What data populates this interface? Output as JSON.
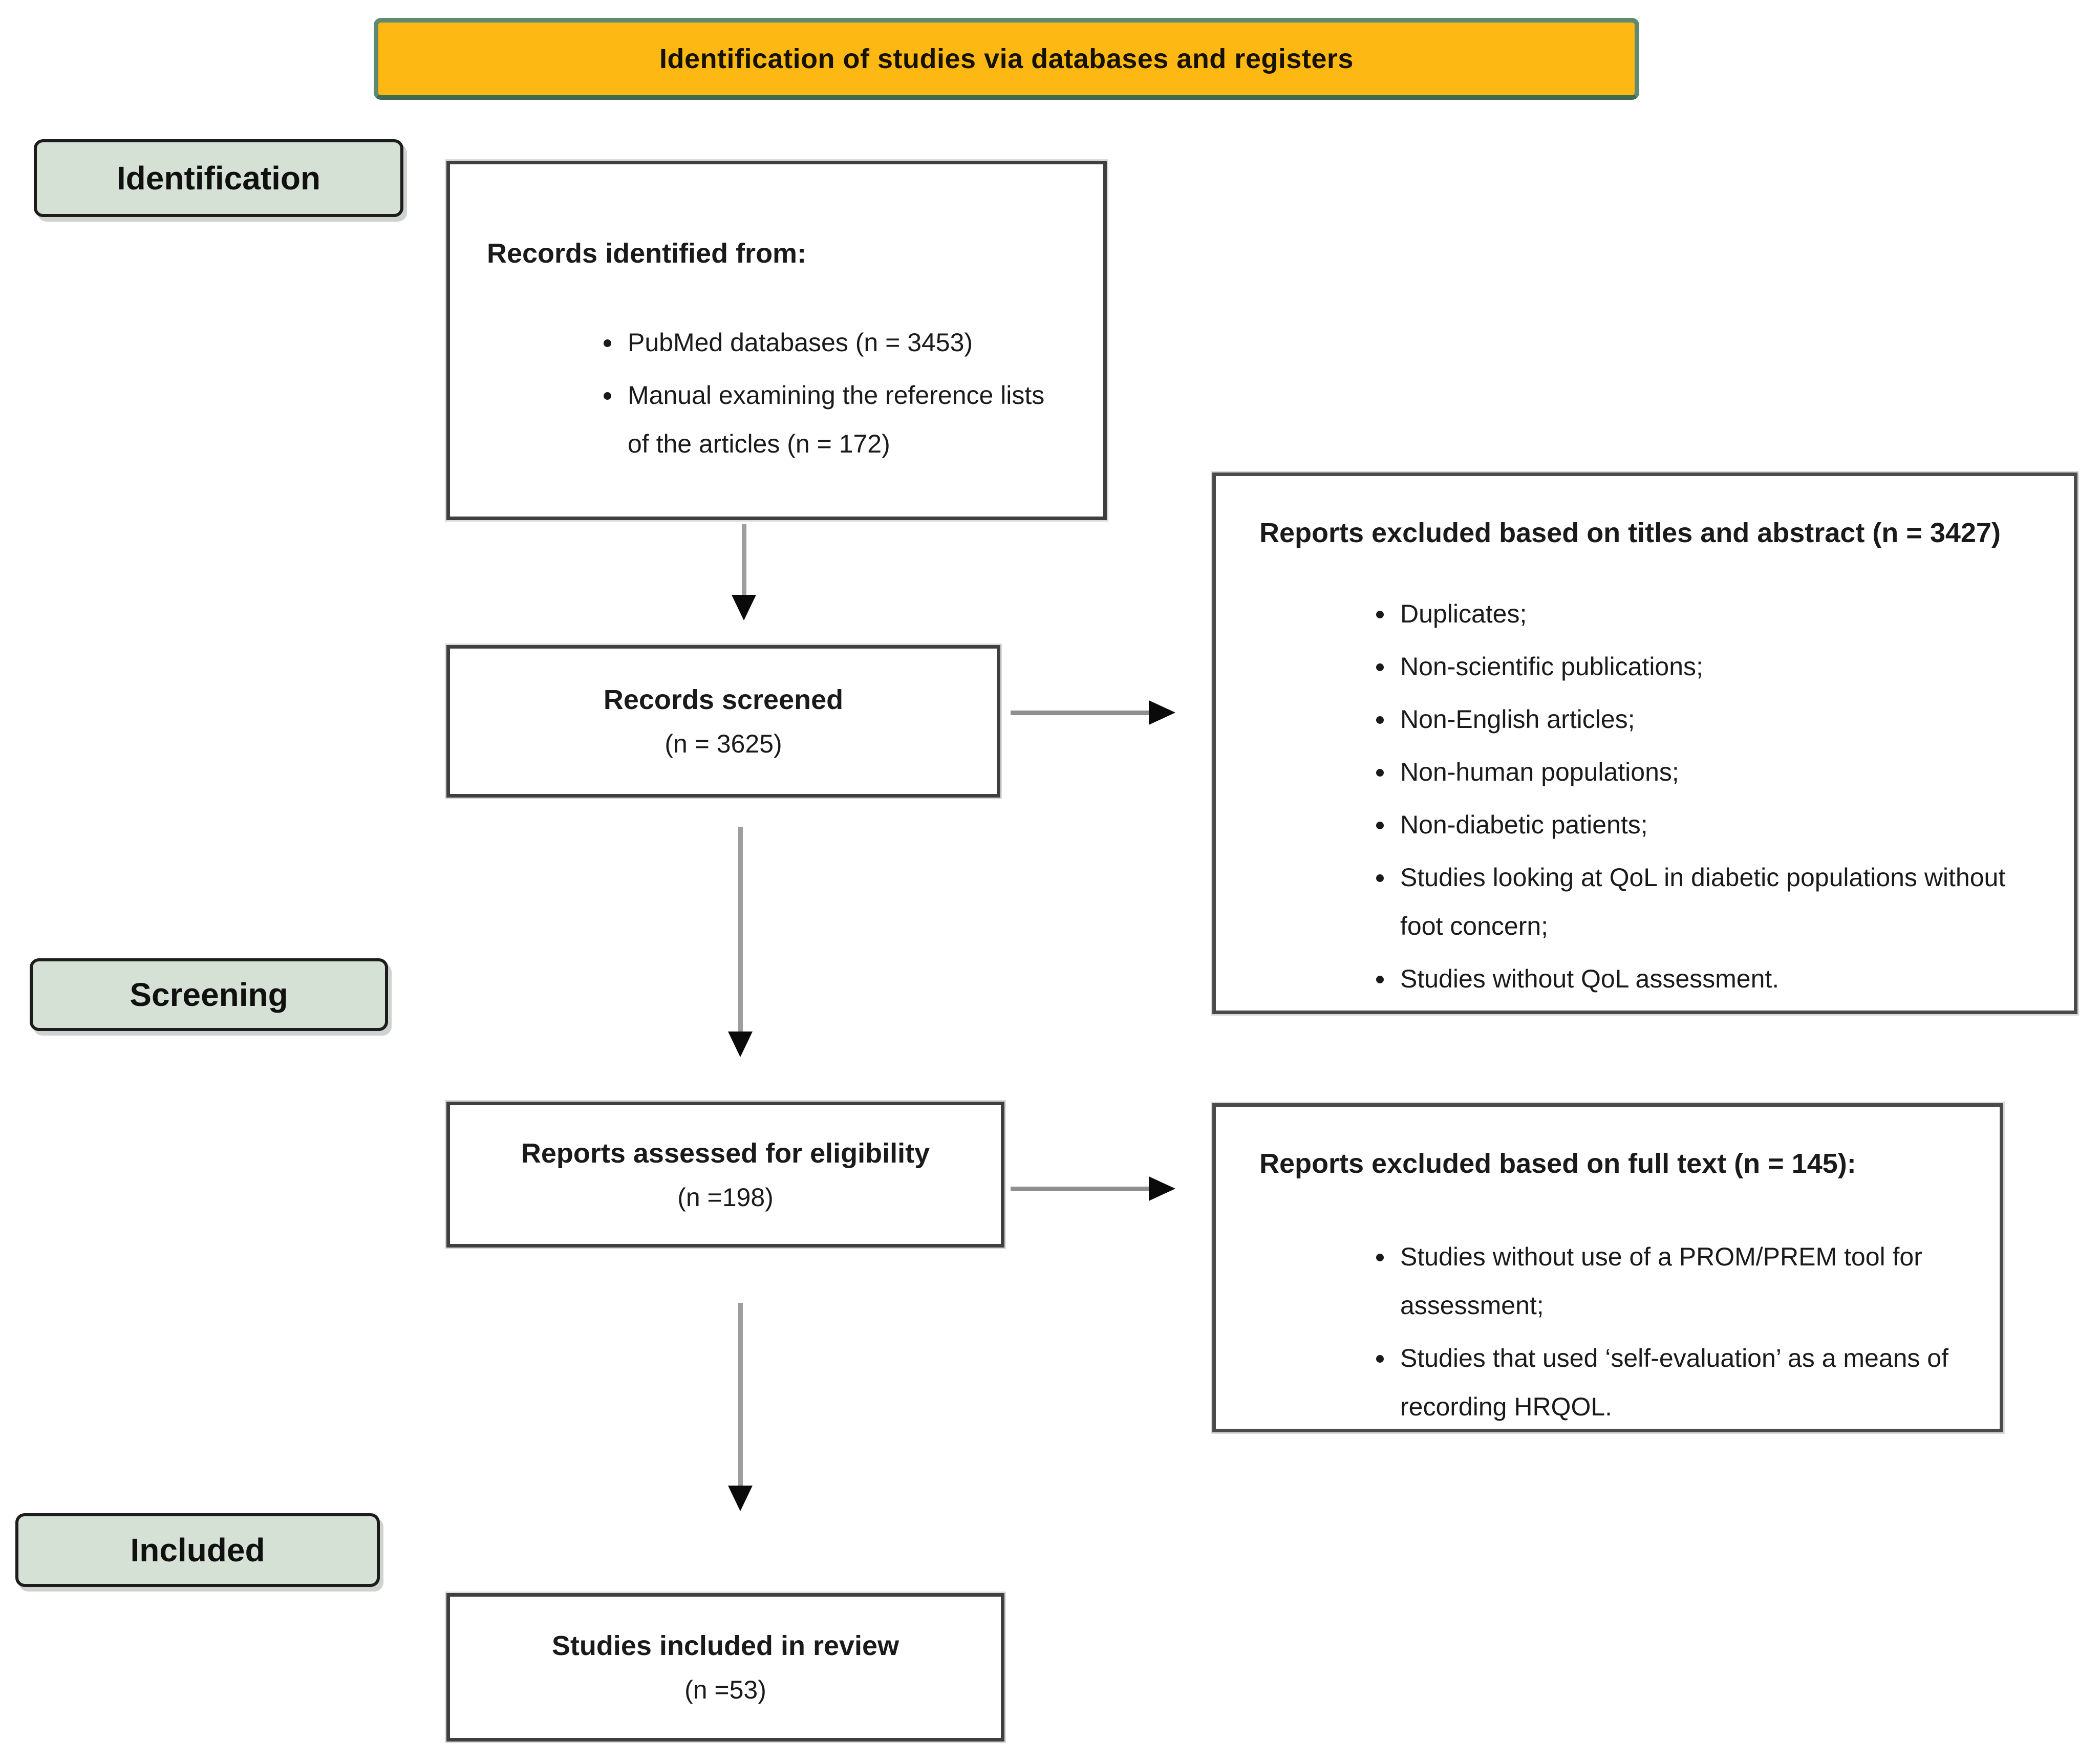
{
  "banner": {
    "text": "Identification of studies via databases and registers"
  },
  "stages": {
    "identification": "Identification",
    "screening": "Screening",
    "included": "Included"
  },
  "boxes": {
    "records_identified": {
      "title": "Records identified from:",
      "bullets": [
        "PubMed databases (n = 3453)",
        "Manual examining the reference lists of the articles (n = 172)"
      ]
    },
    "records_screened": {
      "title": "Records screened",
      "count": "(n = 3625)"
    },
    "excluded_titles_abstract": {
      "title": "Reports excluded based on titles and abstract (n = 3427)",
      "bullets": [
        "Duplicates;",
        "Non-scientific publications;",
        "Non-English articles;",
        "Non-human populations;",
        "Non-diabetic patients;",
        "Studies looking at QoL in diabetic populations without foot concern;",
        "Studies without QoL assessment."
      ]
    },
    "reports_assessed": {
      "title": "Reports assessed for eligibility",
      "count": "(n =198)"
    },
    "excluded_full_text": {
      "title": "Reports excluded based on full text (n = 145):",
      "bullets": [
        "Studies without use of a PROM/PREM tool for assessment;",
        "Studies that used ‘self-evaluation’ as a means of recording HRQOL."
      ]
    },
    "studies_included": {
      "title": "Studies included in review",
      "count": "(n =53)"
    }
  },
  "colors": {
    "banner_fill": "#FDB813",
    "banner_border": "#5D8A71",
    "stage_fill": "#D6E1D5",
    "box_border": "#3F3F3F",
    "arrow_line": "#9E9E9E",
    "arrow_head": "#0A0A0A"
  }
}
